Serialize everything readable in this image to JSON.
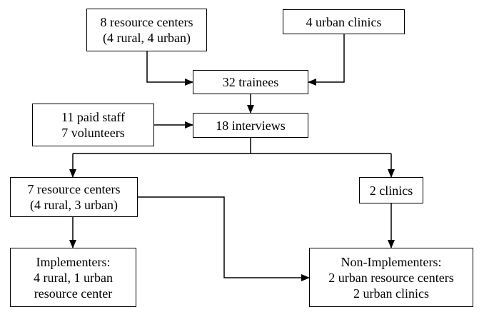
{
  "nodes": {
    "resource_centers": {
      "lines": [
        "8 resource centers",
        "(4 rural, 4 urban)"
      ]
    },
    "urban_clinics": {
      "lines": [
        "4 urban clinics"
      ]
    },
    "trainees": {
      "lines": [
        "32 trainees"
      ]
    },
    "staff": {
      "lines": [
        "11 paid staff",
        "7 volunteers"
      ]
    },
    "interviews": {
      "lines": [
        "18 interviews"
      ]
    },
    "resource_centers_7": {
      "lines": [
        "7 resource centers",
        "(4 rural, 3 urban)"
      ]
    },
    "clinics_2": {
      "lines": [
        "2 clinics"
      ]
    },
    "implementers": {
      "lines": [
        "Implementers:",
        "4 rural, 1 urban",
        "resource center"
      ]
    },
    "non_implementers": {
      "lines": [
        "Non-Implementers:",
        "2 urban resource centers",
        "2 urban clinics"
      ]
    }
  },
  "edges": [
    {
      "from": "resource_centers",
      "to": "trainees"
    },
    {
      "from": "urban_clinics",
      "to": "trainees"
    },
    {
      "from": "trainees",
      "to": "interviews"
    },
    {
      "from": "staff",
      "to": "interviews"
    },
    {
      "from": "interviews",
      "to": "resource_centers_7"
    },
    {
      "from": "interviews",
      "to": "clinics_2"
    },
    {
      "from": "resource_centers_7",
      "to": "implementers"
    },
    {
      "from": "resource_centers_7",
      "to": "non_implementers"
    },
    {
      "from": "clinics_2",
      "to": "non_implementers"
    }
  ]
}
